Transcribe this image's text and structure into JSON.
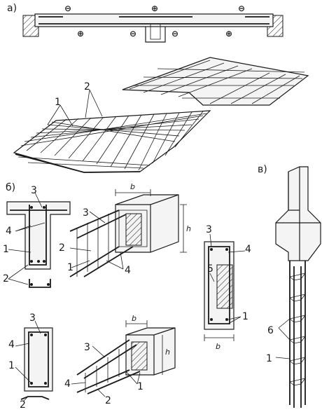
{
  "sections": {
    "a": "а)",
    "b": "б)",
    "v": "в)"
  },
  "signs": {
    "minus": "⊖",
    "plus": "⊕"
  },
  "dims": {
    "b": "b",
    "h": "h"
  },
  "labels": {
    "n1": "1",
    "n2": "2",
    "n3": "3",
    "n4": "4",
    "n5": "5",
    "n6": "6"
  }
}
